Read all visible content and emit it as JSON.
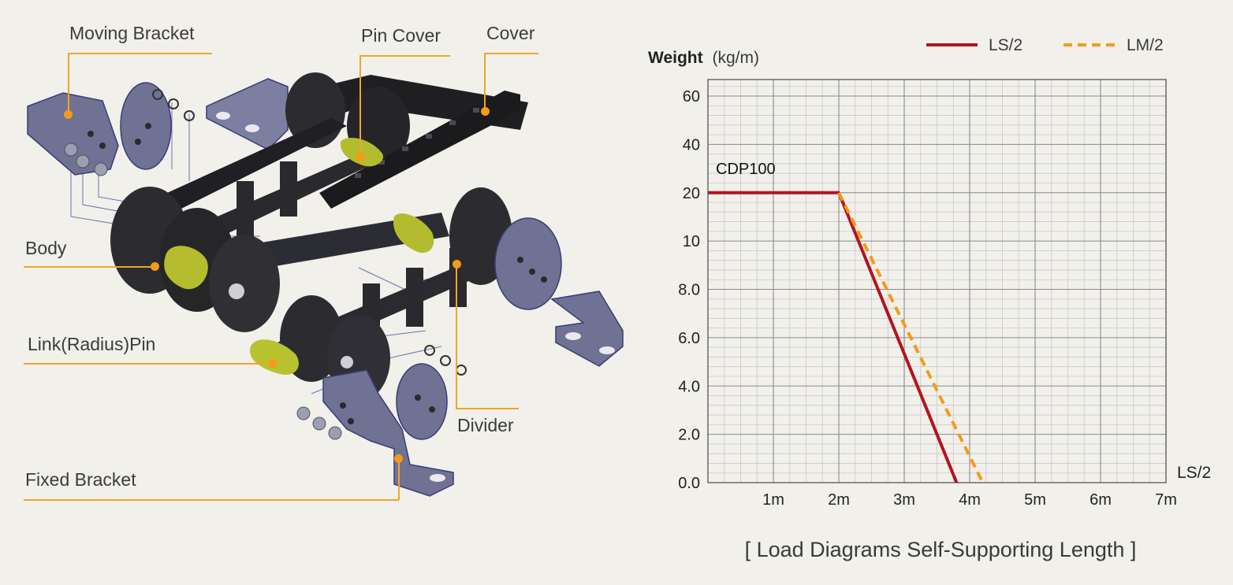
{
  "parts": {
    "moving_bracket": "Moving Bracket",
    "pin_cover": "Pin Cover",
    "cover": "Cover",
    "body": "Body",
    "link_pin": "Link(Radius)Pin",
    "divider": "Divider",
    "fixed_bracket": "Fixed Bracket"
  },
  "colors": {
    "ls": "#b3141f",
    "lm": "#f59a1a",
    "leader": "#f2a42a",
    "part_dark": "#2a2a2e",
    "bracket": "#6f7292",
    "pin": "#b9c13a"
  },
  "chart_data": {
    "type": "line",
    "title": "",
    "ylabel_bold": "Weight",
    "ylabel_unit": "(kg/m)",
    "xlabel": "LS/2",
    "caption": "[ Load Diagrams Self-Supporting Length ]",
    "annotation": "CDP100",
    "x_ticks": [
      "1m",
      "2m",
      "3m",
      "4m",
      "5m",
      "6m",
      "7m"
    ],
    "y_ticks": [
      "0.0",
      "2.0",
      "4.0",
      "6.0",
      "8.0",
      "10",
      "20",
      "40",
      "60"
    ],
    "xlim": [
      0,
      7
    ],
    "grid": true,
    "legend_position": "top-right",
    "series": [
      {
        "name": "LS/2",
        "style": "solid",
        "x": [
          0,
          2,
          3.8
        ],
        "y": [
          20,
          20,
          0
        ]
      },
      {
        "name": "LM/2",
        "style": "dashed",
        "x": [
          2,
          4.2
        ],
        "y": [
          20,
          0
        ]
      }
    ]
  }
}
